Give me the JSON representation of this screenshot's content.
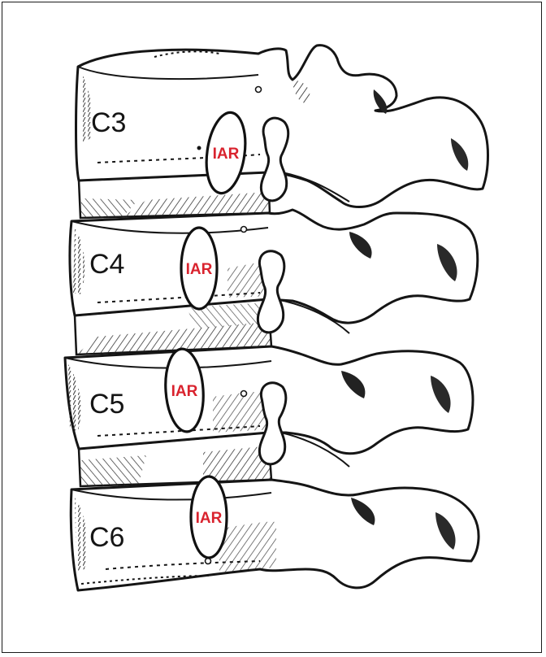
{
  "figure": {
    "vertebrae": [
      {
        "label": "C3",
        "iar_label": "IAR"
      },
      {
        "label": "C4",
        "iar_label": "IAR"
      },
      {
        "label": "C5",
        "iar_label": "IAR"
      },
      {
        "label": "C6",
        "iar_label": "IAR"
      }
    ],
    "colors": {
      "border": "#1a1a1a",
      "line": "#151515",
      "iar_text": "#d9232e",
      "background": "#ffffff"
    }
  }
}
